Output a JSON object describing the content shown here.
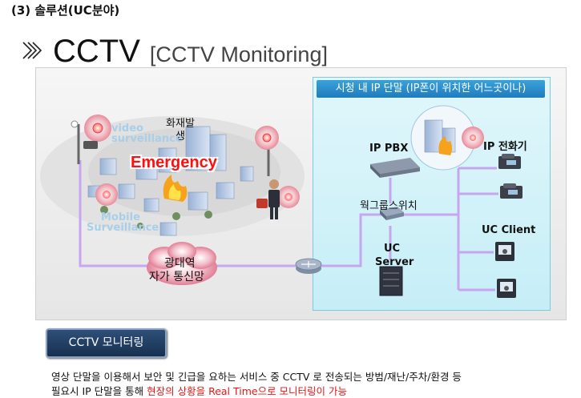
{
  "header": {
    "section_label": "(3)  솔루션(UC분야)",
    "title_main": "CCTV",
    "title_sub": "[CCTV Monitoring]"
  },
  "diagram": {
    "ip_panel_header": "시청 내 IP 단말 (IP폰이 위치한 어느곳이나)",
    "fire_label": "화재발생",
    "video_surveillance": "video surveillance",
    "emergency": "Emergency",
    "mobile_surveillance_1": "Mobile",
    "mobile_surveillance_2": "Surveillance",
    "network_cloud_1": "광대역",
    "network_cloud_2": "자가 통신망",
    "ip_pbx": "IP PBX",
    "ip_phone": "IP 전화기",
    "workgroup_switch": "웍그룹스위치",
    "uc_server_1": "UC",
    "uc_server_2": "Server",
    "uc_client": "UC Client"
  },
  "button": {
    "label": "CCTV 모니터링"
  },
  "description": {
    "line1": "영상 단말을 이용해서 보안 및 긴급을 요하는 서비스 중 CCTV 로 전송되는 방범/재난/주차/환경 등",
    "line2_prefix": "필요시 IP 단말을 통해 ",
    "line2_highlight": "현장의 상황을 Real Time으로 모니터링이 가능"
  },
  "colors": {
    "panel_header": "#1f7bbd",
    "link_line": "#c7a6f0",
    "emergency": "#ff1010",
    "highlight_text": "#e01818",
    "button_bg": "#17304f"
  }
}
